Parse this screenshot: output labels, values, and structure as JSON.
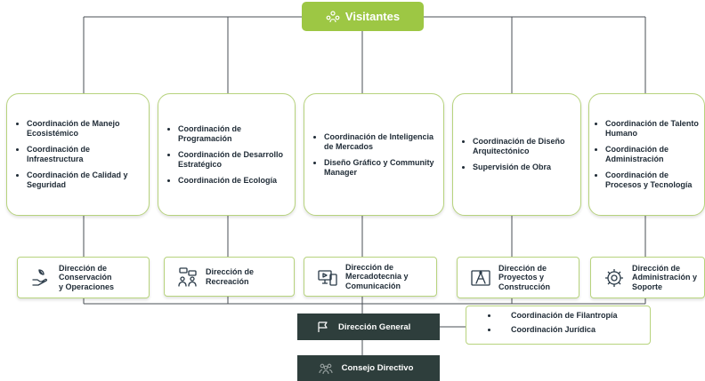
{
  "top": {
    "label": "Visitantes"
  },
  "cards": [
    {
      "items": [
        "Coordinación de Manejo Ecosistémico",
        "Coordinación de Infraestructura",
        "Coordinación de Calidad y Seguridad"
      ]
    },
    {
      "items": [
        "Coordinación de Programación",
        "Coordinación de Desarrollo Estratégico",
        "Coordinación de Ecología"
      ]
    },
    {
      "items": [
        "Coordinación de Inteligencia de Mercados",
        "Diseño Gráfico y Community Manager"
      ]
    },
    {
      "items": [
        "Coordinación de Diseño Arquitectónico",
        "Supervisión de Obra"
      ]
    },
    {
      "items": [
        "Coordinación de Talento Humano",
        "Coordinación de Administración",
        "Coordinación de Procesos y Tecnología"
      ]
    }
  ],
  "directions": [
    {
      "label": "Dirección de\nConservación\ny Operaciones",
      "icon": "hands-leaf-icon"
    },
    {
      "label": "Dirección de\nRecreación",
      "icon": "people-chat-icon"
    },
    {
      "label": "Dirección de\nMercadotecnia y\nComunicación",
      "icon": "devices-icon"
    },
    {
      "label": "Dirección de\nProyectos y\nConstrucción",
      "icon": "drafting-icon"
    },
    {
      "label": "Dirección de\nAdministración y\nSoporte",
      "icon": "gear-icon"
    }
  ],
  "general": {
    "label": "Dirección General",
    "icon": "flag-icon"
  },
  "consejo": {
    "label": "Consejo Directivo",
    "icon": "group-icon"
  },
  "general_units": {
    "items": [
      "Coordinación de Filantropía",
      "Coordinación Jurídica"
    ]
  }
}
